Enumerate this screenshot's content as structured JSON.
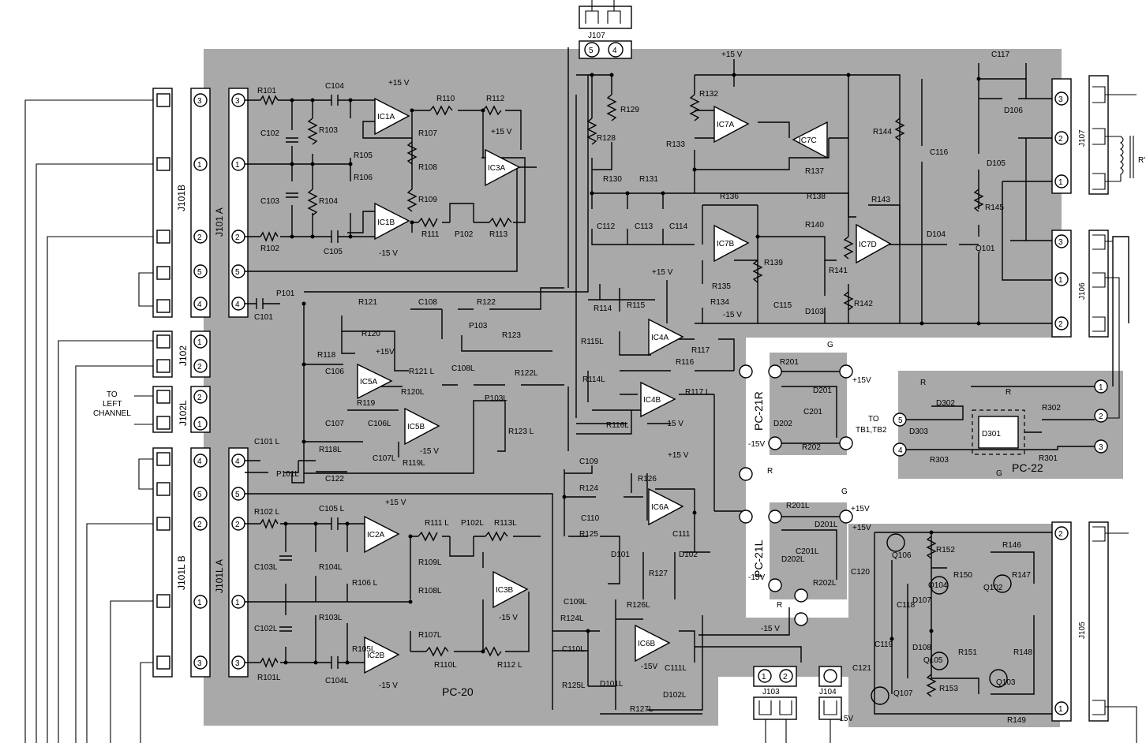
{
  "boards": {
    "pc20": "PC-20",
    "pc22": "PC-22",
    "pc21r": "PC-21R",
    "pc21l": "PC-21L"
  },
  "connectors": {
    "j101b": "J101B",
    "j101a": "J101 A",
    "j101lb": "J101L B",
    "j101la": "J101L A",
    "j102": "J102",
    "j102l": "J102L",
    "j103": "J103",
    "j104": "J104",
    "j105": "J105",
    "j106": "J106",
    "j107_top": "J107",
    "j107_right": "J107"
  },
  "pins": {
    "p1": "1",
    "p2": "2",
    "p3": "3",
    "p4": "4",
    "p5": "5"
  },
  "notes": {
    "to_left": "TO",
    "left_channel_1": "LEFT",
    "left_channel_2": "CHANNEL",
    "to_tb": "TO",
    "tb": "TB1,TB2",
    "plus15": "+15 V",
    "minus15": "-15 V",
    "plus15v_short": "+15V",
    "minus15v_short": "-15V",
    "g": "G",
    "r": "R",
    "r_prime": "R'"
  },
  "ics": {
    "ic1a": "IC1A",
    "ic1b": "IC1B",
    "ic3a": "IC3A",
    "ic2a": "IC2A",
    "ic2b": "IC2B",
    "ic3b": "IC3B",
    "ic5a": "IC5A",
    "ic5b": "IC5B",
    "ic4a": "IC4A",
    "ic4b": "IC4B",
    "ic6a": "IC6A",
    "ic6b": "IC6B",
    "ic7a": "IC7A",
    "ic7b": "IC7B",
    "ic7c": "IC7C",
    "ic7d": "IC7D"
  },
  "resistors": {
    "r101": "R101",
    "r102": "R102",
    "r103": "R103",
    "r104": "R104",
    "r105": "R105",
    "r106": "R106",
    "r107": "R107",
    "r108": "R108",
    "r109": "R109",
    "r110": "R110",
    "r111": "R111",
    "r112": "R112",
    "r113": "R113",
    "r114": "R114",
    "r115": "R115",
    "r115l": "R115L",
    "r116": "R116",
    "r117": "R117",
    "r118": "R118",
    "r119": "R119",
    "r120": "R120",
    "r121": "R121",
    "r122": "R122",
    "r123": "R123",
    "r124": "R124",
    "r125": "R125",
    "r126": "R126",
    "r127": "R127",
    "r128": "R128",
    "r129": "R129",
    "r130": "R130",
    "r131": "R131",
    "r132": "R132",
    "r133": "R133",
    "r134": "R134",
    "r135": "R135",
    "r136": "R136",
    "r137": "R137",
    "r138": "R138",
    "r139": "R139",
    "r140": "R140",
    "r141": "R141",
    "r142": "R142",
    "r143": "R143",
    "r144": "R144",
    "r145": "R145",
    "r146": "R146",
    "r147": "R147",
    "r148": "R148",
    "r149": "R149",
    "r150": "R150",
    "r151": "R151",
    "r152": "R152",
    "r153": "R153",
    "r201": "R201",
    "r202": "R202",
    "r201l": "R201L",
    "r202l": "R202L",
    "r301": "R301",
    "r302": "R302",
    "r303": "R303",
    "r101l": "R101L",
    "r102l": "R102 L",
    "r103l": "R103L",
    "r104l": "R104L",
    "r105l": "R105L",
    "r106l": "R106 L",
    "r107l": "R107L",
    "r108l": "R108L",
    "r109l": "R109L",
    "r110l": "R110L",
    "r111l": "R111 L",
    "r112l": "R112 L",
    "r113l": "R113L",
    "r114l": "R114L",
    "r116l": "R116L",
    "r117l": "R117 L",
    "r118l": "R118L",
    "r119l": "R119L",
    "r120l": "R120L",
    "r121l": "R121 L",
    "r122l": "R122L",
    "r123l": "R123 L",
    "r124l": "R124L",
    "r125l": "R125L",
    "r126l": "R126L",
    "r127l": "R127L"
  },
  "capacitors": {
    "c101": "C101",
    "c102": "C102",
    "c103": "C103",
    "c104": "C104",
    "c105": "C105",
    "c106": "C106",
    "c107": "C107",
    "c108": "C108",
    "c109": "C109",
    "c110": "C110",
    "c111": "C111",
    "c112": "C112",
    "c113": "C113",
    "c114": "C114",
    "c115": "C115",
    "c116": "C116",
    "c117": "C117",
    "c118": "C118",
    "c119": "C119",
    "c120": "C120",
    "c121": "C121",
    "c122": "C122",
    "c201": "C201",
    "c201l": "C201L",
    "c101l": "C101 L",
    "c102l": "C102L",
    "c103l": "C103L",
    "c104l": "C104L",
    "c105l": "C105 L",
    "c106l": "C106L",
    "c107l": "C107L",
    "c108l": "C108L",
    "c109l": "C109L",
    "c110l": "C110L",
    "c111l": "C111L"
  },
  "pots": {
    "p101": "P101",
    "p101l": "P101L",
    "p102": "P102",
    "p102l": "P102L",
    "p103": "P103",
    "p103l": "P103L"
  },
  "semis": {
    "d101": "D101",
    "d101l": "D101L",
    "d102": "D102",
    "d102l": "D102L",
    "d103": "D103",
    "d104": "D104",
    "d105": "D105",
    "d106": "D106",
    "d107": "D107",
    "d108": "D108",
    "d201": "D201",
    "d202": "D202",
    "d201l": "D201L",
    "d202l": "D202L",
    "d301": "D301",
    "d302": "D302",
    "d303": "D303",
    "q101": "Q101",
    "q102": "Q102",
    "q103": "Q103",
    "q104": "Q104",
    "q105": "Q105",
    "q106": "Q106",
    "q107": "Q107"
  }
}
